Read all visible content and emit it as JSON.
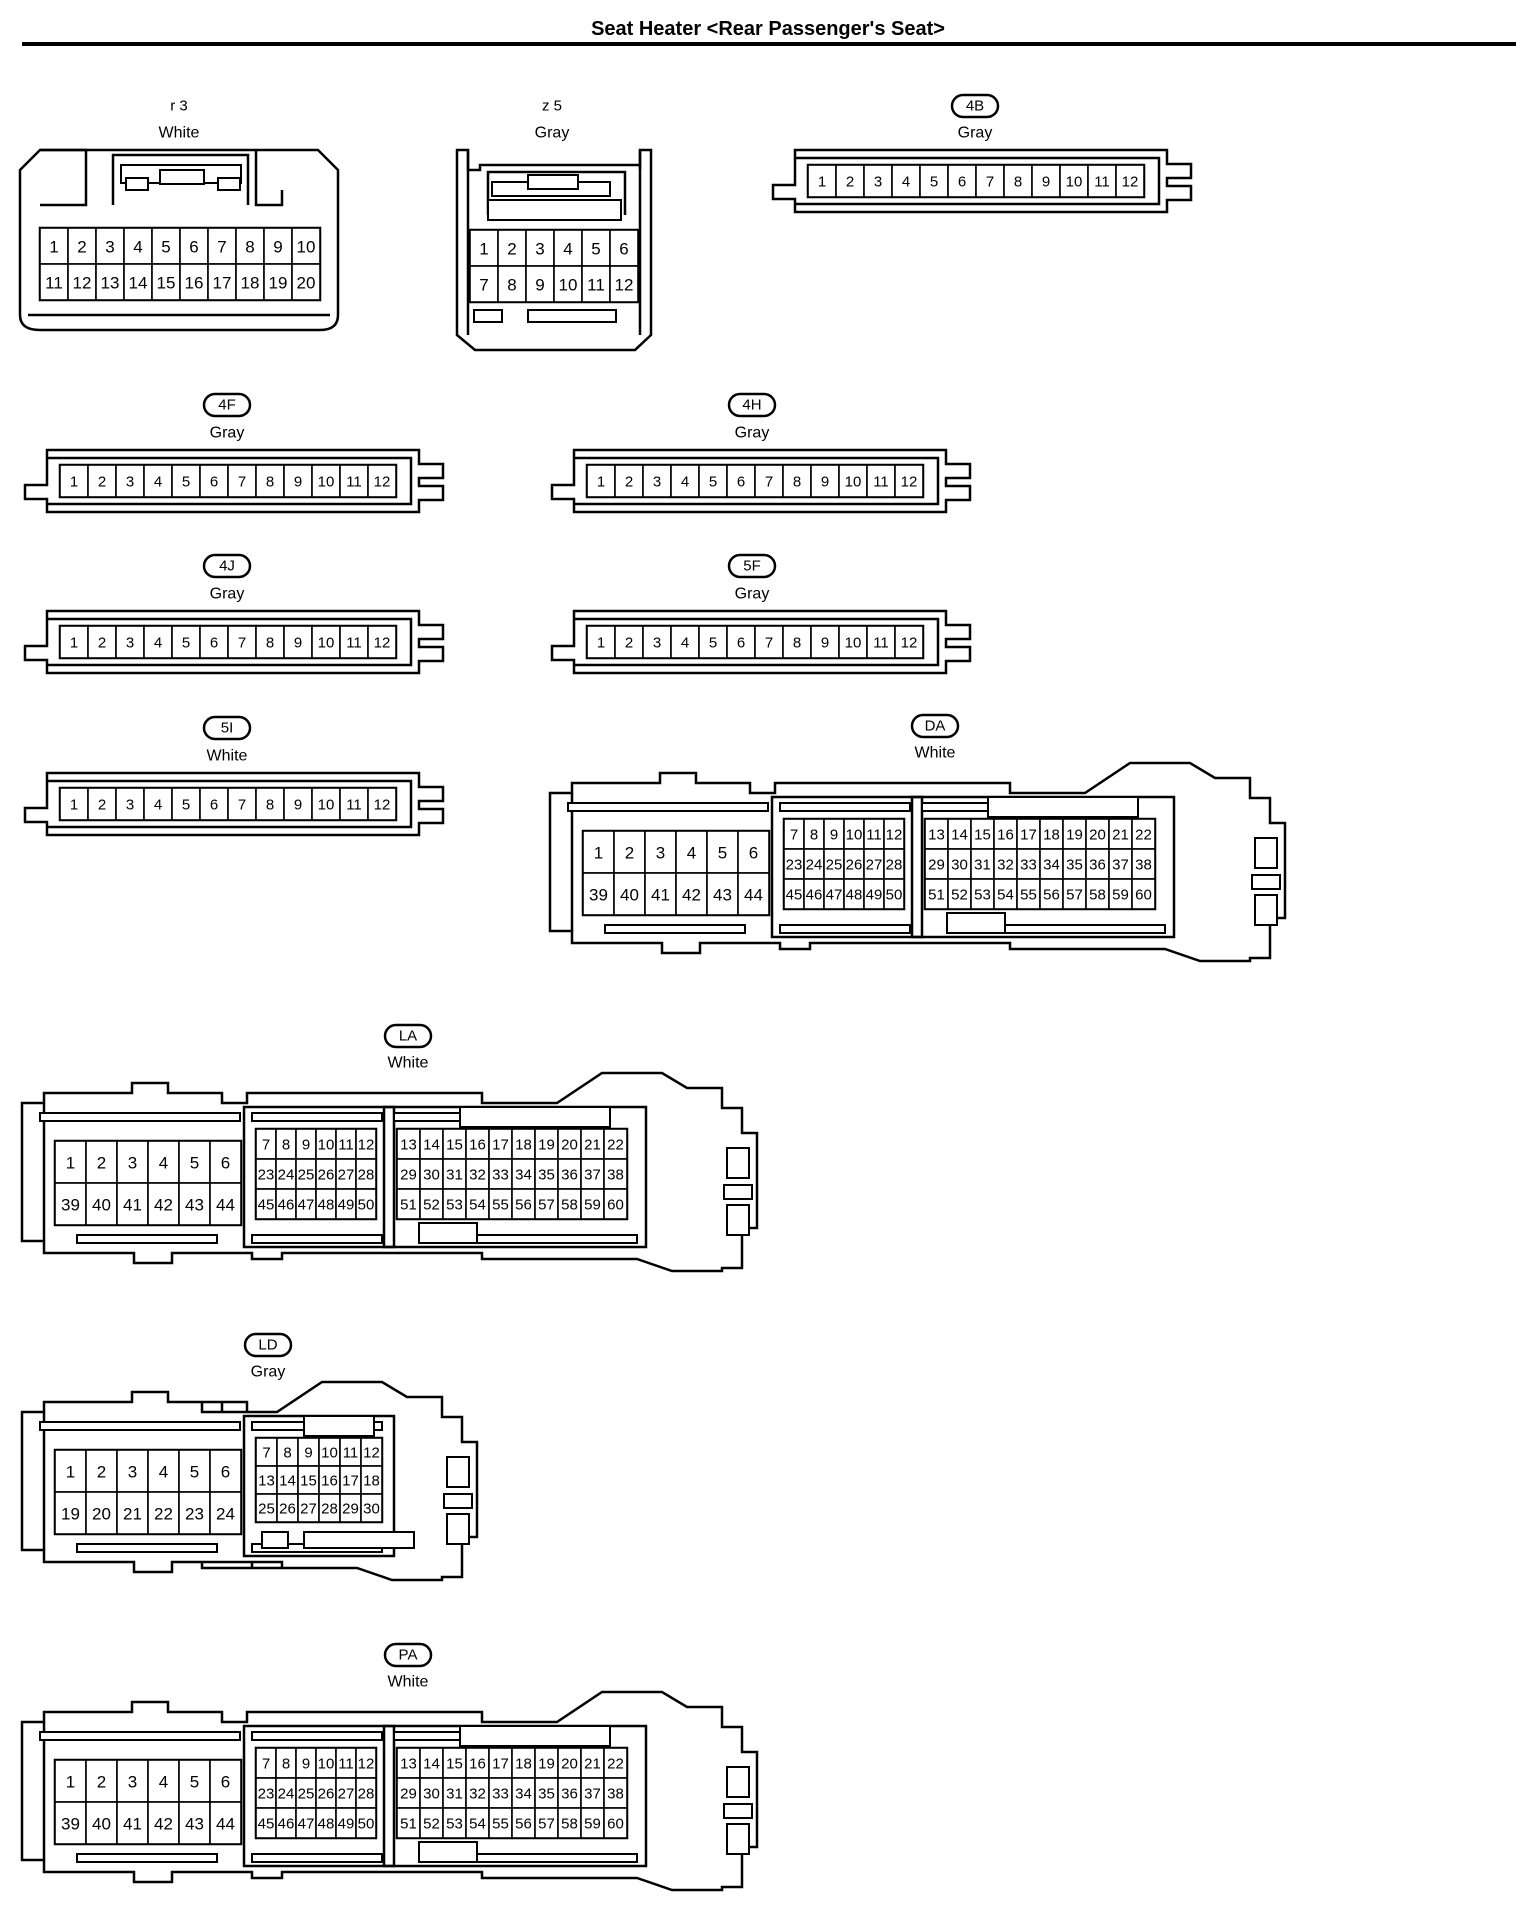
{
  "title": "Seat Heater <Rear Passenger's Seat>",
  "connectors": [
    {
      "code": "r 3",
      "code_badge": false,
      "color": "White",
      "pins": [
        [
          "1",
          "2",
          "3",
          "4",
          "5",
          "6",
          "7",
          "8",
          "9",
          "10"
        ],
        [
          "11",
          "12",
          "13",
          "14",
          "15",
          "16",
          "17",
          "18",
          "19",
          "20"
        ]
      ]
    },
    {
      "code": "z 5",
      "code_badge": false,
      "color": "Gray",
      "pins": [
        [
          "1",
          "2",
          "3",
          "4",
          "5",
          "6"
        ],
        [
          "7",
          "8",
          "9",
          "10",
          "11",
          "12"
        ]
      ]
    },
    {
      "code": "4B",
      "code_badge": true,
      "color": "Gray",
      "pins": [
        [
          "1",
          "2",
          "3",
          "4",
          "5",
          "6",
          "7",
          "8",
          "9",
          "10",
          "11",
          "12"
        ]
      ]
    },
    {
      "code": "4F",
      "code_badge": true,
      "color": "Gray",
      "pins": [
        [
          "1",
          "2",
          "3",
          "4",
          "5",
          "6",
          "7",
          "8",
          "9",
          "10",
          "11",
          "12"
        ]
      ]
    },
    {
      "code": "4H",
      "code_badge": true,
      "color": "Gray",
      "pins": [
        [
          "1",
          "2",
          "3",
          "4",
          "5",
          "6",
          "7",
          "8",
          "9",
          "10",
          "11",
          "12"
        ]
      ]
    },
    {
      "code": "4J",
      "code_badge": true,
      "color": "Gray",
      "pins": [
        [
          "1",
          "2",
          "3",
          "4",
          "5",
          "6",
          "7",
          "8",
          "9",
          "10",
          "11",
          "12"
        ]
      ]
    },
    {
      "code": "5F",
      "code_badge": true,
      "color": "Gray",
      "pins": [
        [
          "1",
          "2",
          "3",
          "4",
          "5",
          "6",
          "7",
          "8",
          "9",
          "10",
          "11",
          "12"
        ]
      ]
    },
    {
      "code": "5I",
      "code_badge": true,
      "color": "White",
      "pins": [
        [
          "1",
          "2",
          "3",
          "4",
          "5",
          "6",
          "7",
          "8",
          "9",
          "10",
          "11",
          "12"
        ]
      ]
    },
    {
      "code": "DA",
      "code_badge": true,
      "color": "White",
      "blocks": [
        [
          [
            "1",
            "2",
            "3",
            "4",
            "5",
            "6"
          ],
          [
            "39",
            "40",
            "41",
            "42",
            "43",
            "44"
          ]
        ],
        [
          [
            "7",
            "8",
            "9",
            "10",
            "11",
            "12"
          ],
          [
            "23",
            "24",
            "25",
            "26",
            "27",
            "28"
          ],
          [
            "45",
            "46",
            "47",
            "48",
            "49",
            "50"
          ]
        ],
        [
          [
            "13",
            "14",
            "15",
            "16",
            "17",
            "18",
            "19",
            "20",
            "21",
            "22"
          ],
          [
            "29",
            "30",
            "31",
            "32",
            "33",
            "34",
            "35",
            "36",
            "37",
            "38"
          ],
          [
            "51",
            "52",
            "53",
            "54",
            "55",
            "56",
            "57",
            "58",
            "59",
            "60"
          ]
        ]
      ]
    },
    {
      "code": "LA",
      "code_badge": true,
      "color": "White",
      "blocks": [
        [
          [
            "1",
            "2",
            "3",
            "4",
            "5",
            "6"
          ],
          [
            "39",
            "40",
            "41",
            "42",
            "43",
            "44"
          ]
        ],
        [
          [
            "7",
            "8",
            "9",
            "10",
            "11",
            "12"
          ],
          [
            "23",
            "24",
            "25",
            "26",
            "27",
            "28"
          ],
          [
            "45",
            "46",
            "47",
            "48",
            "49",
            "50"
          ]
        ],
        [
          [
            "13",
            "14",
            "15",
            "16",
            "17",
            "18",
            "19",
            "20",
            "21",
            "22"
          ],
          [
            "29",
            "30",
            "31",
            "32",
            "33",
            "34",
            "35",
            "36",
            "37",
            "38"
          ],
          [
            "51",
            "52",
            "53",
            "54",
            "55",
            "56",
            "57",
            "58",
            "59",
            "60"
          ]
        ]
      ]
    },
    {
      "code": "LD",
      "code_badge": true,
      "color": "Gray",
      "blocks": [
        [
          [
            "1",
            "2",
            "3",
            "4",
            "5",
            "6"
          ],
          [
            "19",
            "20",
            "21",
            "22",
            "23",
            "24"
          ]
        ],
        [
          [
            "7",
            "8",
            "9",
            "10",
            "11",
            "12"
          ],
          [
            "13",
            "14",
            "15",
            "16",
            "17",
            "18"
          ],
          [
            "25",
            "26",
            "27",
            "28",
            "29",
            "30"
          ]
        ]
      ]
    },
    {
      "code": "PA",
      "code_badge": true,
      "color": "White",
      "blocks": [
        [
          [
            "1",
            "2",
            "3",
            "4",
            "5",
            "6"
          ],
          [
            "39",
            "40",
            "41",
            "42",
            "43",
            "44"
          ]
        ],
        [
          [
            "7",
            "8",
            "9",
            "10",
            "11",
            "12"
          ],
          [
            "23",
            "24",
            "25",
            "26",
            "27",
            "28"
          ],
          [
            "45",
            "46",
            "47",
            "48",
            "49",
            "50"
          ]
        ],
        [
          [
            "13",
            "14",
            "15",
            "16",
            "17",
            "18",
            "19",
            "20",
            "21",
            "22"
          ],
          [
            "29",
            "30",
            "31",
            "32",
            "33",
            "34",
            "35",
            "36",
            "37",
            "38"
          ],
          [
            "51",
            "52",
            "53",
            "54",
            "55",
            "56",
            "57",
            "58",
            "59",
            "60"
          ]
        ]
      ]
    }
  ]
}
